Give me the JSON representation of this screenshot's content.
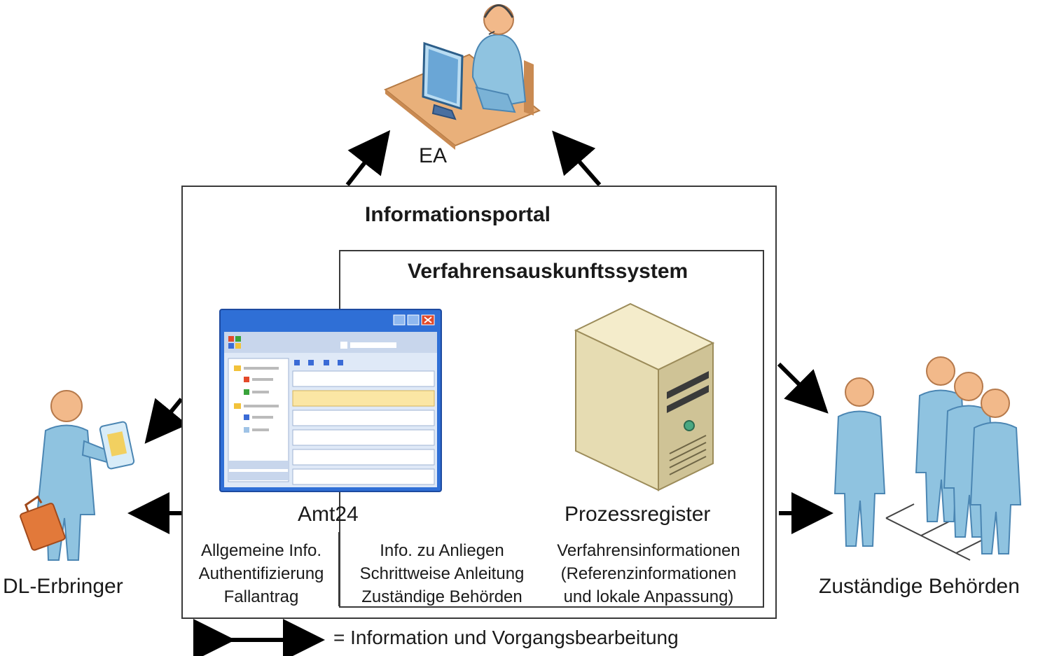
{
  "actors": {
    "ea": "EA",
    "dl_erbringer": "DL-Erbringer",
    "behoerden": "Zuständige Behörden"
  },
  "portal": {
    "title": "Informationsportal"
  },
  "vas": {
    "title": "Verfahrensauskunftssystem"
  },
  "components": {
    "amt24": "Amt24",
    "prozessregister": "Prozessregister"
  },
  "descriptions": {
    "amt24": [
      "Allgemeine Info.",
      "Authentifizierung",
      "Fallantrag"
    ],
    "vas_mid": [
      "Info. zu Anliegen",
      "Schrittweise Anleitung",
      "Zuständige Behörden"
    ],
    "prozessregister": [
      "Verfahrensinformationen",
      "(Referenzinformationen",
      "und lokale Anpassung)"
    ]
  },
  "legend": {
    "text": "= Information und Vorgangsbearbeitung"
  },
  "colors": {
    "person": "#8fc3e0",
    "person_dark": "#5a97c0",
    "skin": "#f2b98a",
    "window_blue": "#2f6fd6",
    "server_beige": "#e6dcb2",
    "desk": "#e8a96a"
  }
}
